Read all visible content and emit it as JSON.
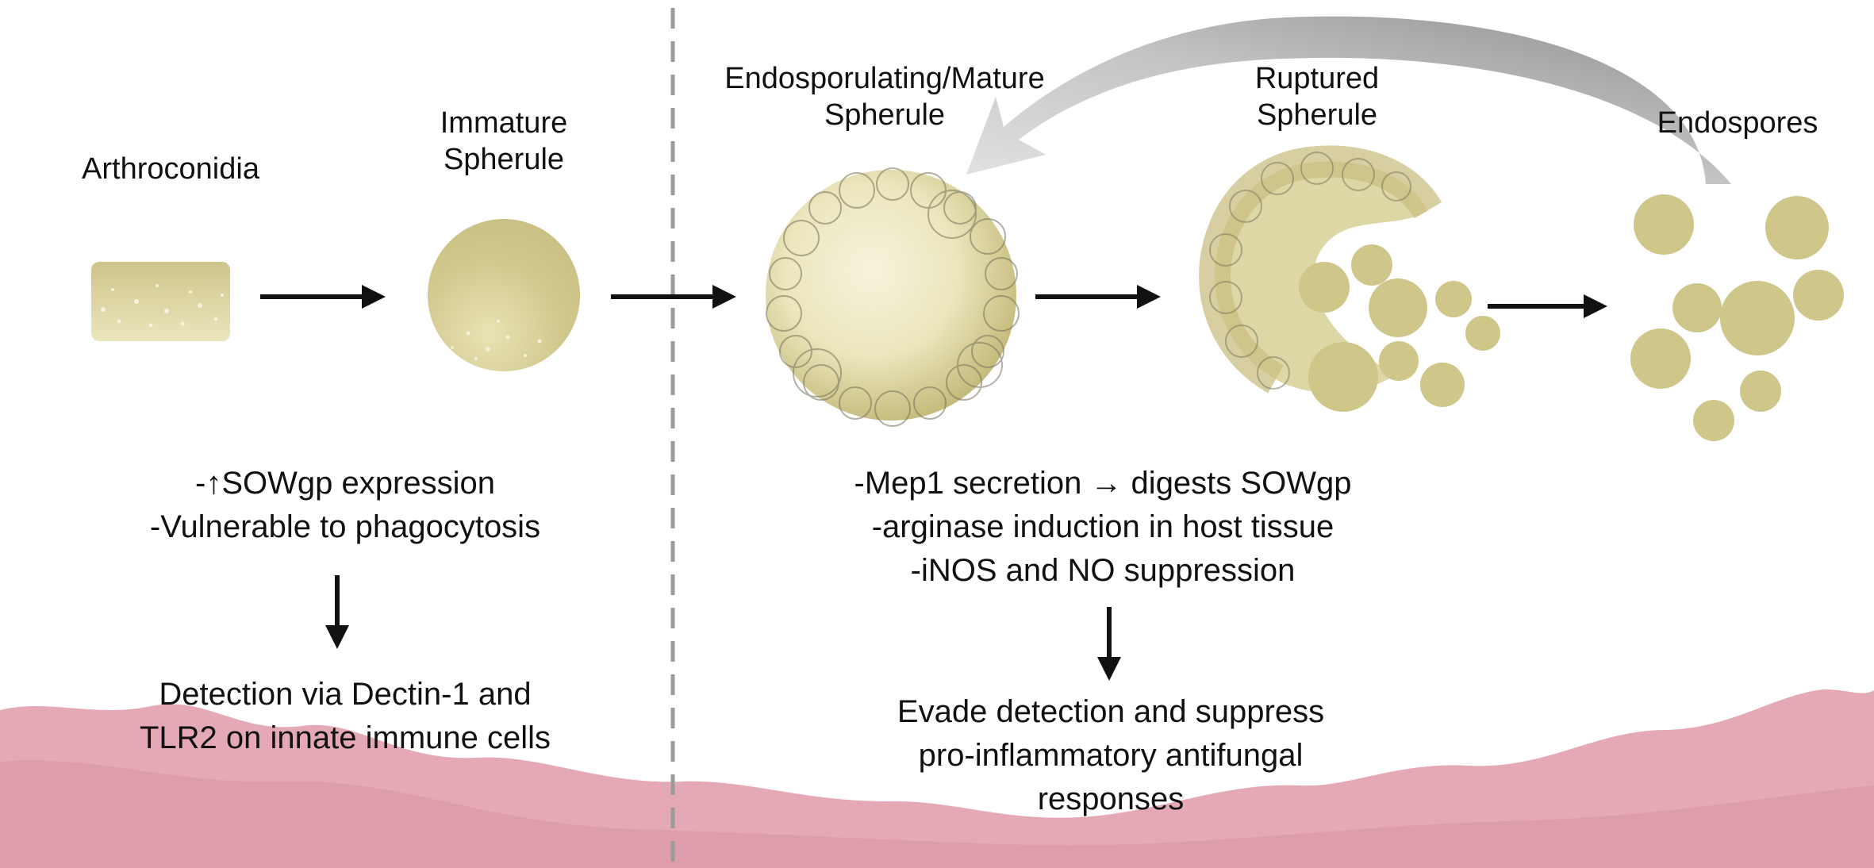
{
  "stages": {
    "arthroconidia": "Arthroconidia",
    "immature_line1": "Immature",
    "immature_line2": "Spherule",
    "mature_line1": "Endosporulating/Mature",
    "mature_line2": "Spherule",
    "ruptured_line1": "Ruptured",
    "ruptured_line2": "Spherule",
    "endospores": "Endospores"
  },
  "left_panel": {
    "traits": [
      "-↑SOWgp expression",
      "-Vulnerable to phagocytosis"
    ],
    "outcome": [
      "Detection via Dectin-1 and",
      "TLR2 on innate immune cells"
    ]
  },
  "right_panel": {
    "traits": [
      "-Mep1 secretion → digests SOWgp",
      "-arginase induction in host tissue",
      "-iNOS and NO suppression"
    ],
    "outcome": [
      "Evade detection and suppress",
      "pro-inflammatory antifungal",
      "responses"
    ]
  },
  "colors": {
    "cell_fill": "#cfc68a",
    "cell_light": "#f3f0d6",
    "arrow": "#111111",
    "cycle_arrow": "#b5b5b5",
    "divider": "#9a9a9a",
    "tissue": "#e4a9b4"
  }
}
